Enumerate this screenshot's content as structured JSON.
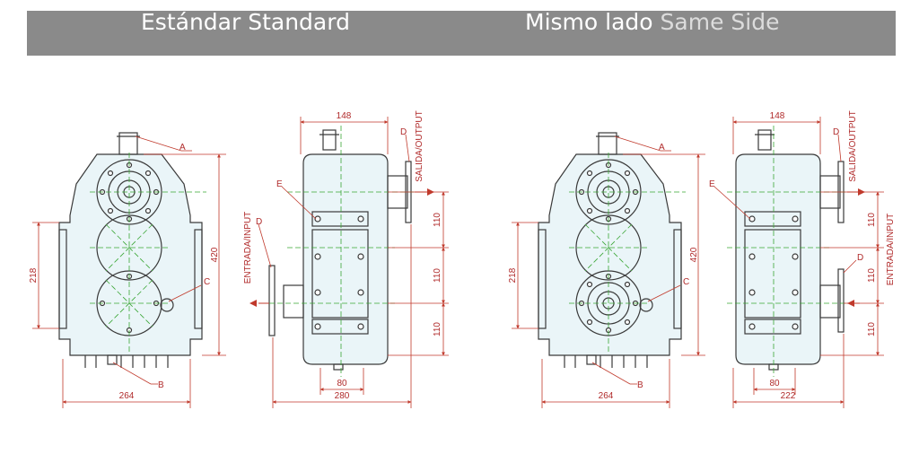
{
  "header": {
    "left": {
      "es": "Estándar",
      "en": "Standard"
    },
    "right": {
      "es": "Mismo lado",
      "en": "Same Side"
    }
  },
  "colors": {
    "banner": "#8a8a8a",
    "outline": "#3a3a3a",
    "dimension": "#c0392b",
    "centerline": "#3aa635",
    "tint": "#d9edf2"
  },
  "standard": {
    "front": {
      "width": "264",
      "height": "420",
      "span": "218",
      "labels": {
        "a": "A",
        "b": "B",
        "c": "C"
      }
    },
    "side": {
      "top": "148",
      "bottom": "280",
      "base": "80",
      "pitch": [
        "110",
        "110",
        "110"
      ],
      "labels": {
        "d_top": "D",
        "d_left": "D",
        "e": "E"
      },
      "output": "SALIDA/OUTPUT",
      "input": "ENTRADA/INPUT"
    }
  },
  "same_side": {
    "front": {
      "width": "264",
      "height": "420",
      "span": "218",
      "labels": {
        "a": "A",
        "b": "B",
        "c": "C"
      }
    },
    "side": {
      "top": "148",
      "bottom": "222",
      "base": "80",
      "pitch": [
        "110",
        "110",
        "110"
      ],
      "labels": {
        "d_top": "D",
        "d_right": "D",
        "e": "E"
      },
      "output": "SALIDA/OUTPUT",
      "input": "ENTRADA/INPUT"
    }
  }
}
